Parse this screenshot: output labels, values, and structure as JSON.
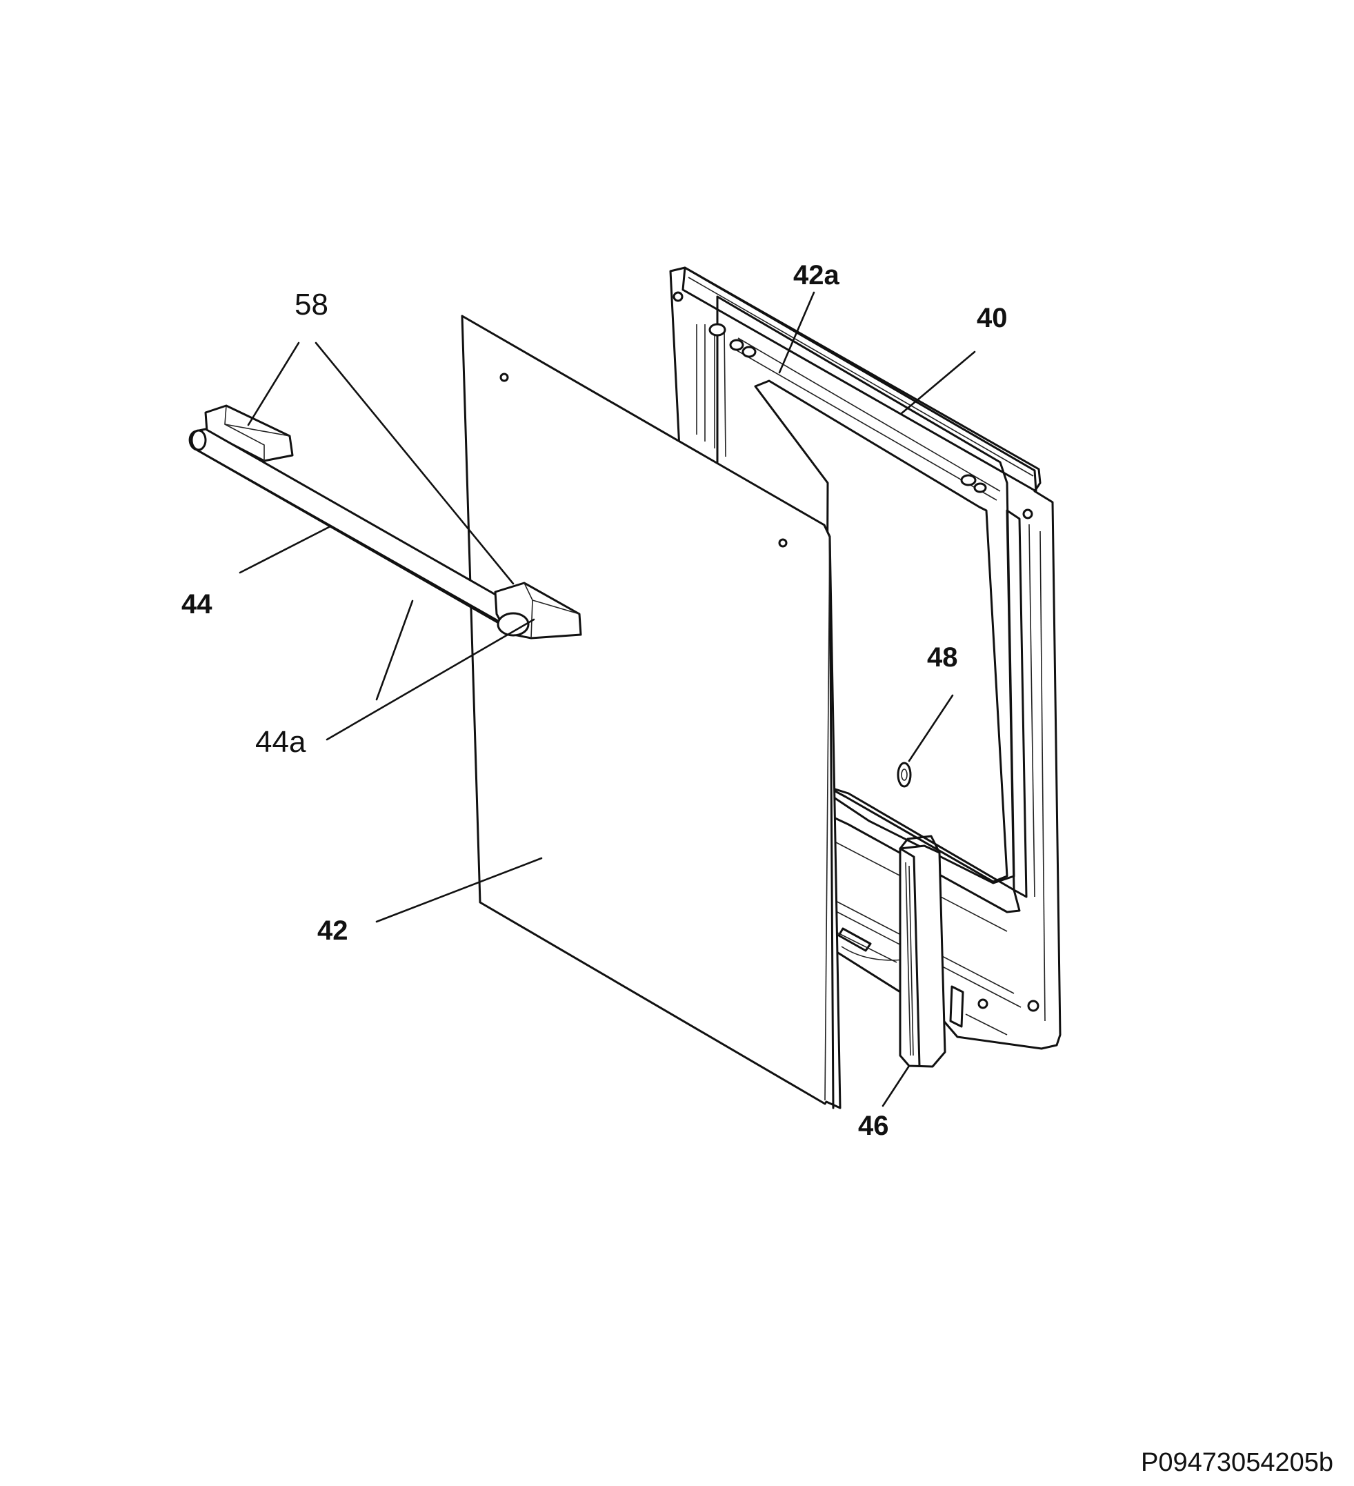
{
  "labels": {
    "frame": "40",
    "frame_slot": "42a",
    "panel": "42",
    "handle": "44",
    "handle_edge": "44a",
    "hinge": "46",
    "latch": "48",
    "caps": "58"
  },
  "document_code": "P09473054205b",
  "colors": {
    "line": "#111111",
    "background": "#ffffff"
  }
}
